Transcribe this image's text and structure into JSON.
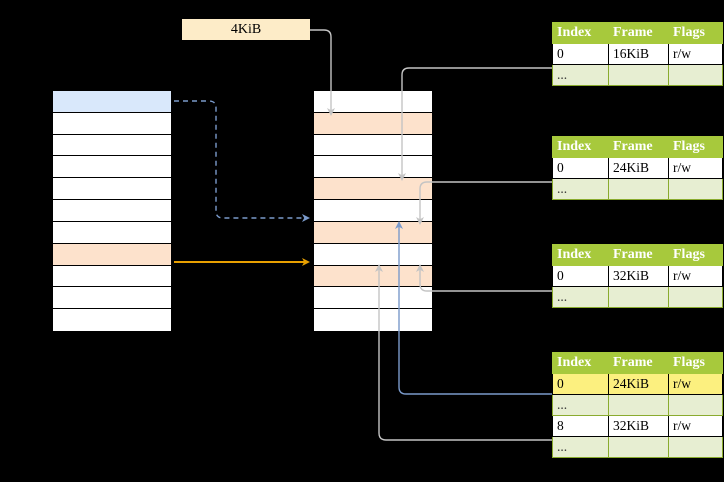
{
  "diagram": {
    "title": "page-table-walk",
    "page_size_label": "4KiB",
    "colors": {
      "table_header": "#a7c93c",
      "table_dots_row": "#e7eed2",
      "highlight_yellow": "#fcf07f",
      "cell_blue": "#d9e8fb",
      "cell_peach": "#fde2cc",
      "arrow_orange": "#e8a000",
      "arrow_blue": "#6d8fc4",
      "arrow_gray": "#c9c9c9",
      "border_black": "#000000"
    }
  },
  "left_column": {
    "name": "virtual-address-space",
    "rows": [
      {
        "fill": "blue",
        "label": ""
      },
      {
        "fill": "white",
        "label": ""
      },
      {
        "fill": "white",
        "label": ""
      },
      {
        "fill": "white",
        "label": ""
      },
      {
        "fill": "white",
        "label": ""
      },
      {
        "fill": "white",
        "label": ""
      },
      {
        "fill": "white",
        "label": ""
      },
      {
        "fill": "peach",
        "label": ""
      },
      {
        "fill": "white",
        "label": ""
      },
      {
        "fill": "white",
        "label": ""
      },
      {
        "fill": "white",
        "label": ""
      }
    ]
  },
  "middle_column": {
    "name": "physical-memory",
    "rows": [
      {
        "fill": "white",
        "label": ""
      },
      {
        "fill": "peach",
        "label": ""
      },
      {
        "fill": "white",
        "label": ""
      },
      {
        "fill": "white",
        "label": ""
      },
      {
        "fill": "peach",
        "label": ""
      },
      {
        "fill": "white",
        "label": ""
      },
      {
        "fill": "peach",
        "label": ""
      },
      {
        "fill": "white",
        "label": ""
      },
      {
        "fill": "peach",
        "label": ""
      },
      {
        "fill": "white",
        "label": ""
      },
      {
        "fill": "white",
        "label": ""
      }
    ]
  },
  "tables": [
    {
      "name": "page-table-level-1",
      "headers": [
        "Index",
        "Frame",
        "Flags"
      ],
      "rows": [
        {
          "kind": "data",
          "cells": [
            "0",
            "16KiB",
            "r/w"
          ],
          "highlight": [
            false,
            false,
            false
          ]
        },
        {
          "kind": "dots",
          "cells": [
            "...",
            "",
            ""
          ],
          "highlight": [
            false,
            false,
            false
          ]
        }
      ]
    },
    {
      "name": "page-table-level-2",
      "headers": [
        "Index",
        "Frame",
        "Flags"
      ],
      "rows": [
        {
          "kind": "data",
          "cells": [
            "0",
            "24KiB",
            "r/w"
          ],
          "highlight": [
            false,
            false,
            false
          ]
        },
        {
          "kind": "dots",
          "cells": [
            "...",
            "",
            ""
          ],
          "highlight": [
            false,
            false,
            false
          ]
        }
      ]
    },
    {
      "name": "page-table-level-3",
      "headers": [
        "Index",
        "Frame",
        "Flags"
      ],
      "rows": [
        {
          "kind": "data",
          "cells": [
            "0",
            "32KiB",
            "r/w"
          ],
          "highlight": [
            false,
            false,
            false
          ]
        },
        {
          "kind": "dots",
          "cells": [
            "...",
            "",
            ""
          ],
          "highlight": [
            false,
            false,
            false
          ]
        }
      ]
    },
    {
      "name": "page-table-level-4",
      "headers": [
        "Index",
        "Frame",
        "Flags"
      ],
      "rows": [
        {
          "kind": "data",
          "cells": [
            "0",
            "24KiB",
            "r/w"
          ],
          "highlight": [
            true,
            true,
            true
          ]
        },
        {
          "kind": "dots",
          "cells": [
            "...",
            "",
            ""
          ],
          "highlight": [
            false,
            false,
            false
          ]
        },
        {
          "kind": "data",
          "cells": [
            "8",
            "32KiB",
            "r/w"
          ],
          "highlight": [
            false,
            false,
            false
          ]
        },
        {
          "kind": "dots",
          "cells": [
            "...",
            "",
            ""
          ],
          "highlight": [
            false,
            false,
            false
          ]
        }
      ]
    }
  ]
}
